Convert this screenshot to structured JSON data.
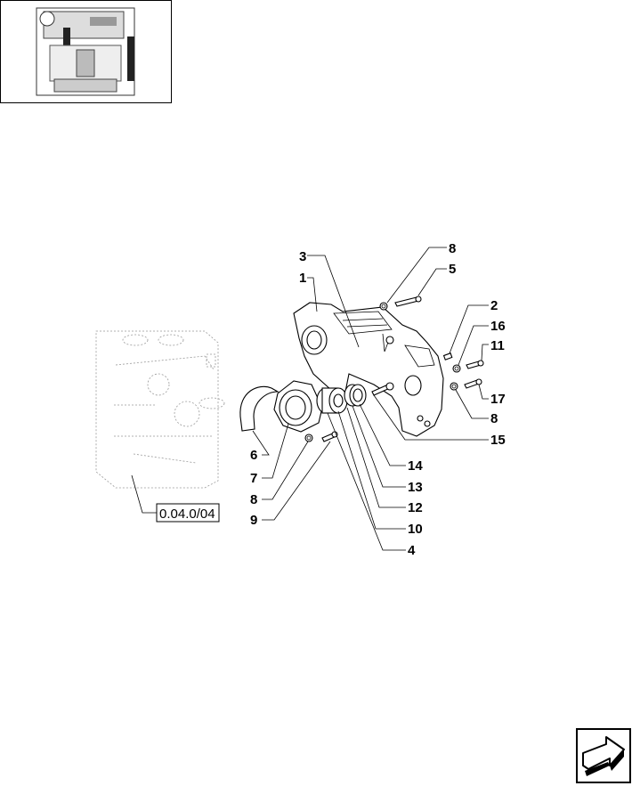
{
  "reference": {
    "label": "0.04.0/04"
  },
  "callouts": [
    {
      "id": "c1",
      "text": "1"
    },
    {
      "id": "c2",
      "text": "2"
    },
    {
      "id": "c3",
      "text": "3"
    },
    {
      "id": "c4",
      "text": "4"
    },
    {
      "id": "c5",
      "text": "5"
    },
    {
      "id": "c6",
      "text": "6"
    },
    {
      "id": "c7",
      "text": "7"
    },
    {
      "id": "c8a",
      "text": "8"
    },
    {
      "id": "c8b",
      "text": "8"
    },
    {
      "id": "c8c",
      "text": "8"
    },
    {
      "id": "c9",
      "text": "9"
    },
    {
      "id": "c10",
      "text": "10"
    },
    {
      "id": "c11",
      "text": "11"
    },
    {
      "id": "c12",
      "text": "12"
    },
    {
      "id": "c13",
      "text": "13"
    },
    {
      "id": "c14",
      "text": "14"
    },
    {
      "id": "c15",
      "text": "15"
    },
    {
      "id": "c16",
      "text": "16"
    },
    {
      "id": "c17",
      "text": "17"
    }
  ],
  "icons": {
    "thumbnail": "engine-thumbnail-icon",
    "navigation": "next-page-arrow-icon"
  }
}
